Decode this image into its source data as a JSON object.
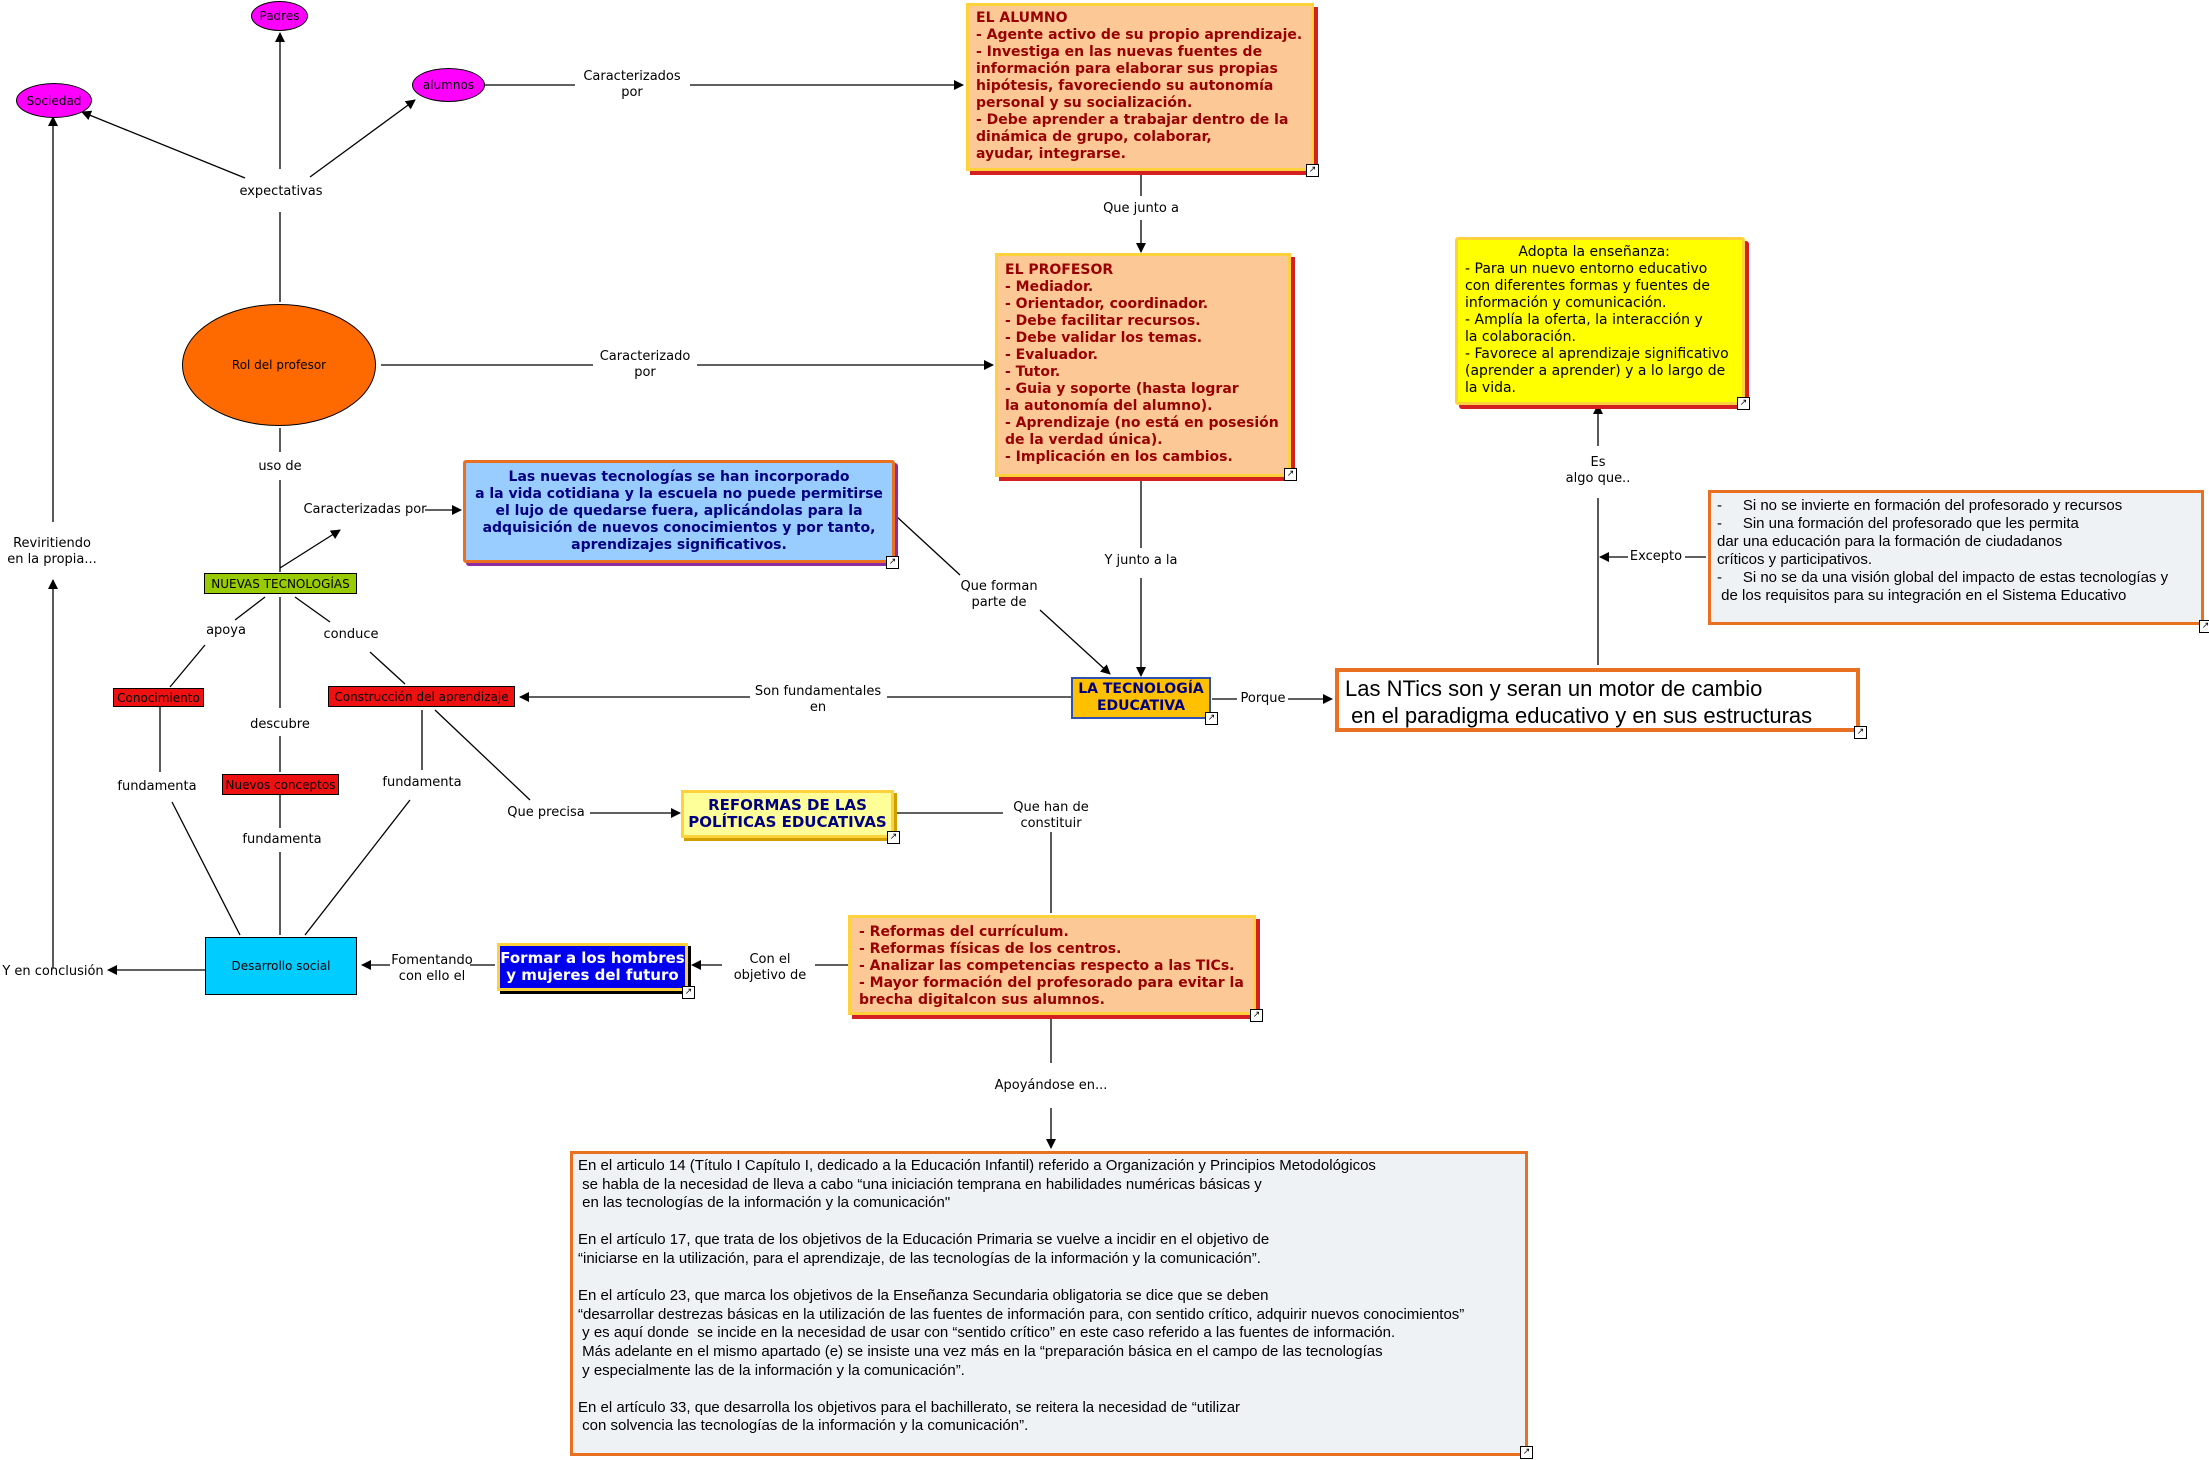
{
  "nodes": {
    "padres": "Padres",
    "sociedad": "Sociedad",
    "alumnos": "alumnos",
    "expectativas": "expectativas",
    "rol_profesor": "Rol del profesor",
    "nuevas_tecnologias": "NUEVAS TECNOLOGÍAS",
    "conocimiento": "Conocimiento",
    "construccion": "Construcción del aprendizaje",
    "nuevos_conceptos": "Nuevos conceptos",
    "desarrollo_social": "Desarrollo social",
    "formar": "Formar a los hombres\ny mujeres del futuro",
    "reformas_politicas": "REFORMAS DE LAS\nPOLÍTICAS EDUCATIVAS",
    "reformas_list": "- Reformas del currículum.\n- Reformas físicas de los centros.\n- Analizar las competencias respecto a las TICs.\n- Mayor formación del profesorado para evitar la\nbrecha digitalcon sus alumnos.",
    "el_alumno": "EL ALUMNO\n- Agente activo de su propio aprendizaje.\n- Investiga en las nuevas fuentes de\ninformación para elaborar sus propias\nhipótesis, favoreciendo su autonomía\npersonal y su socialización.\n- Debe aprender a trabajar dentro de la\ndinámica de grupo, colaborar,\nayudar, integrarse.",
    "el_profesor": "EL PROFESOR\n- Mediador.\n- Orientador, coordinador.\n- Debe facilitar recursos.\n- Debe validar los temas.\n- Evaluador.\n- Tutor.\n- Guia y soporte (hasta lograr\nla autonomía del alumno).\n- Aprendizaje (no está en posesión\nde la verdad única).\n- Implicación en los cambios.",
    "nuevas_tec_desc": "Las nuevas tecnologías se han incorporado\na la vida cotidiana y la escuela no puede permitirse\nel lujo de quedarse fuera, aplicándolas para la\nadquisición de nuevos conocimientos y por tanto,\naprendizajes significativos.",
    "tecnologia_educativa": "LA TECNOLOGÍA\nEDUCATIVA",
    "ntics": "Las NTics son y seran un motor de cambio\n en el paradigma educativo y en sus estructuras",
    "adopta": "            Adopta la enseñanza:\n- Para un nuevo entorno educativo\ncon diferentes formas y fuentes de\ninformación y comunicación.\n- Amplía la oferta, la interacción y\nla colaboración.\n- Favorece al aprendizaje significativo\n(aprender a aprender) y a lo largo de\nla vida.",
    "excepto_list": "-     Si no se invierte en formación del profesorado y recursos\n-     Sin una formación del profesorado que les permita\ndar una educación para la formación de ciudadanos\ncríticos y participativos.\n-     Si no se da una visión global del impacto de estas tecnologías y\n de los requisitos para su integración en el Sistema Educativo",
    "articulos": "En el articulo 14 (Título I Capítulo I, dedicado a la Educación Infantil) referido a Organización y Principios Metodológicos\n se habla de la necesidad de lleva a cabo “una iniciación temprana en habilidades numéricas básicas y\n en las tecnologías de la información y la comunicación\"\n\nEn el artículo 17, que trata de los objetivos de la Educación Primaria se vuelve a incidir en el objetivo de\n“iniciarse en la utilización, para el aprendizaje, de las tecnologías de la información y la comunicación”.\n\nEn el artículo 23, que marca los objetivos de la Enseñanza Secundaria obligatoria se dice que se deben\n“desarrollar destrezas básicas en la utilización de las fuentes de información para, con sentido crítico, adquirir nuevos conocimientos”\n y es aquí donde  se incide en la necesidad de usar con “sentido crítico” en este caso referido a las fuentes de información.\n Más adelante en el mismo apartado (e) se insiste una vez más en la “preparación básica en el campo de las tecnologías\n y especialmente las de la información y la comunicación”.\n\nEn el artículo 33, que desarrolla los objetivos para el bachillerato, se reitera la necesidad de “utilizar\n con solvencia las tecnologías de la información y la comunicación”."
  },
  "links": {
    "caracterizados_por": "Caracterizados\npor",
    "que_junto_a": "Que junto a",
    "caracterizado_por": "Caracterizado\npor",
    "uso_de": "uso de",
    "caracterizadas_por": "Caracterizadas por",
    "y_junto_a_la": "Y junto a la",
    "que_forman_parte_de": "Que forman\nparte de",
    "reviritiendo": "Reviritiendo\nen la propia...",
    "apoya": "apoya",
    "conduce": "conduce",
    "son_fundamentales": "Son fundamentales\nen",
    "porque": "Porque",
    "descubre": "descubre",
    "fundamenta_1": "fundamenta",
    "fundamenta_2": "fundamenta",
    "fundamenta_3": "fundamenta",
    "que_precisa": "Que precisa",
    "que_han_de_constituir": "Que han de\nconstituir",
    "y_en_conclusion": "Y en conclusión",
    "fomentando": "Fomentando\ncon ello el",
    "con_el_objetivo": "Con el\nobjetivo de",
    "apoyandose": "Apoyándose en...",
    "es_algo_que": "Es\nalgo que..",
    "excepto": "Excepto"
  },
  "colors": {
    "magenta": "#ff00ff",
    "orange": "#ff6a00",
    "green": "#99cc00",
    "red": "#ee1111",
    "cyan": "#00ccff",
    "peach": "#fcc896",
    "yellow": "#ffff00",
    "blue": "#0000ee",
    "lightblue": "#99ccff",
    "gold": "#ffc000",
    "outline_orange": "#e87020"
  }
}
